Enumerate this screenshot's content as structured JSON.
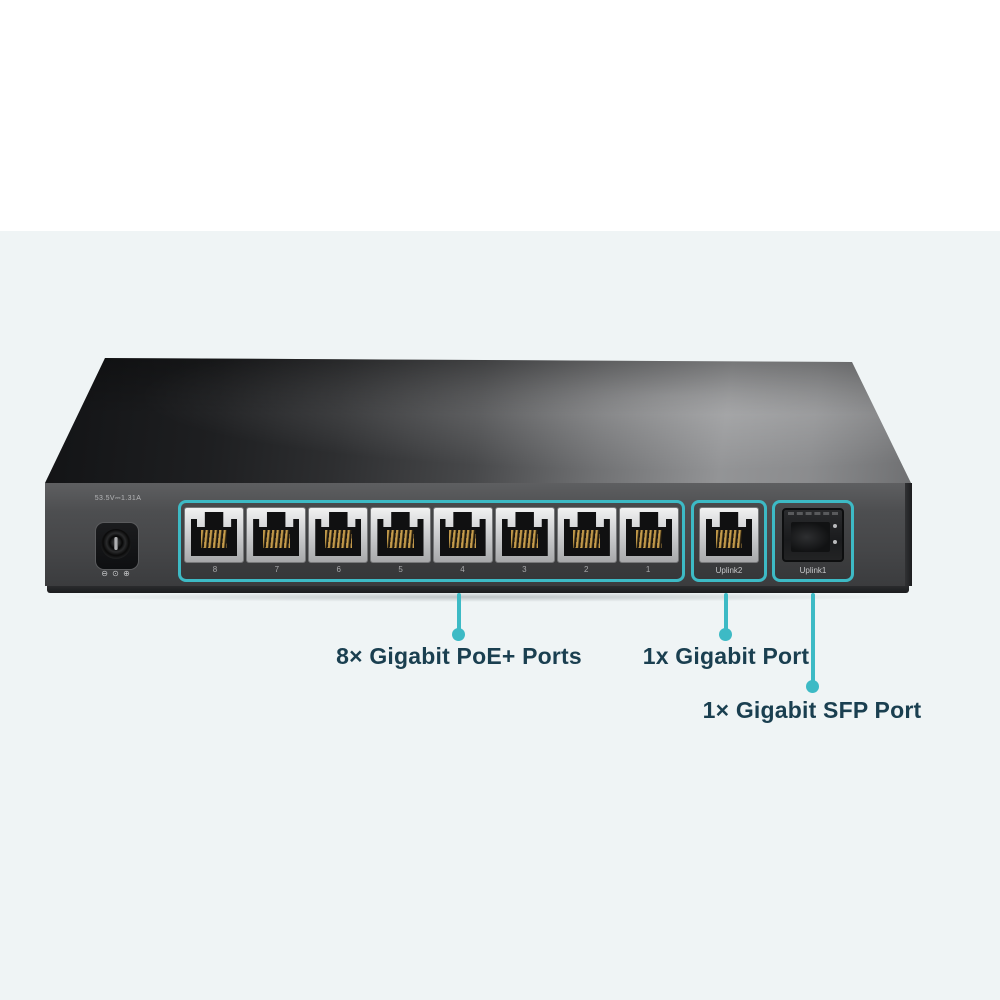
{
  "page": {
    "background_top_color": "#ffffff",
    "background_bottom_color": "#eff4f5"
  },
  "device": {
    "type": "8-port PoE+ network switch rear panel",
    "power": {
      "spec_label": "53.5V⎓1.31A",
      "polarity_symbols": "⊖ ⊙ ⊕"
    },
    "poe_group": {
      "port_numbers": [
        "8",
        "7",
        "6",
        "5",
        "4",
        "3",
        "2",
        "1"
      ]
    },
    "uplink_rj45": {
      "label": "Uplink2"
    },
    "uplink_sfp": {
      "label": "Uplink1"
    }
  },
  "annotations": {
    "accent_color": "#3dbac5",
    "text_color": "#1a3f50",
    "poe": {
      "label": "8× Gigabit PoE+ Ports"
    },
    "gigabit": {
      "label": "1x Gigabit Port"
    },
    "sfp": {
      "label": "1× Gigabit SFP Port"
    }
  }
}
